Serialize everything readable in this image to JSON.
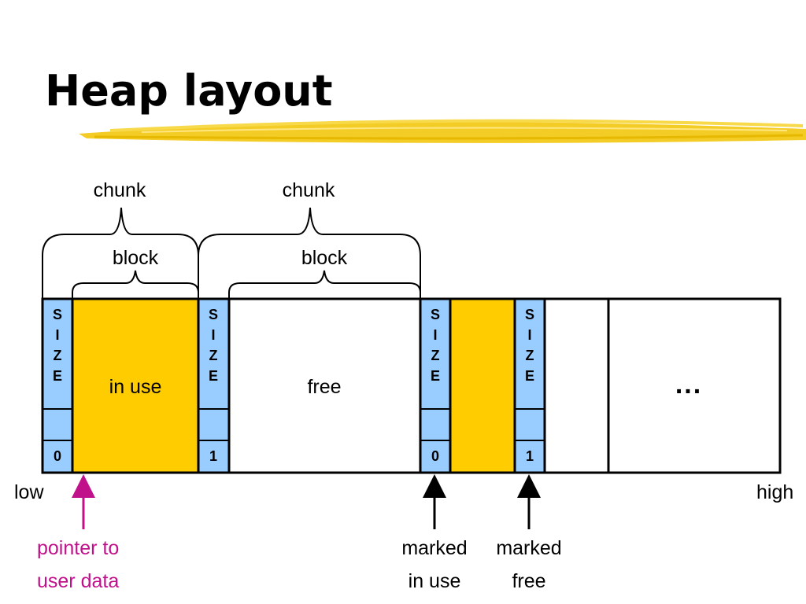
{
  "title": "Heap layout",
  "colors": {
    "accent_stroke": "#f2c300",
    "in_use_fill": "#ffcc00",
    "header_fill": "#99ccff",
    "pointer_arrow": "#c0108a"
  },
  "braces": {
    "chunk1": "chunk",
    "chunk2": "chunk",
    "block1": "block",
    "block2": "block"
  },
  "headers": [
    {
      "letters": "S I Z E",
      "bit": "0"
    },
    {
      "letters": "S I Z E",
      "bit": "1"
    },
    {
      "letters": "S I Z E",
      "bit": "0"
    },
    {
      "letters": "S I Z E",
      "bit": "1"
    }
  ],
  "regions": {
    "in_use": "in use",
    "free": "free",
    "ellipsis": "..."
  },
  "axis": {
    "low": "low",
    "high": "high"
  },
  "annotations": {
    "pointer_line1": "pointer to",
    "pointer_line2": "user data",
    "marked_in_use_line1": "marked",
    "marked_in_use_line2": "in use",
    "marked_free_line1": "marked",
    "marked_free_line2": "free"
  }
}
